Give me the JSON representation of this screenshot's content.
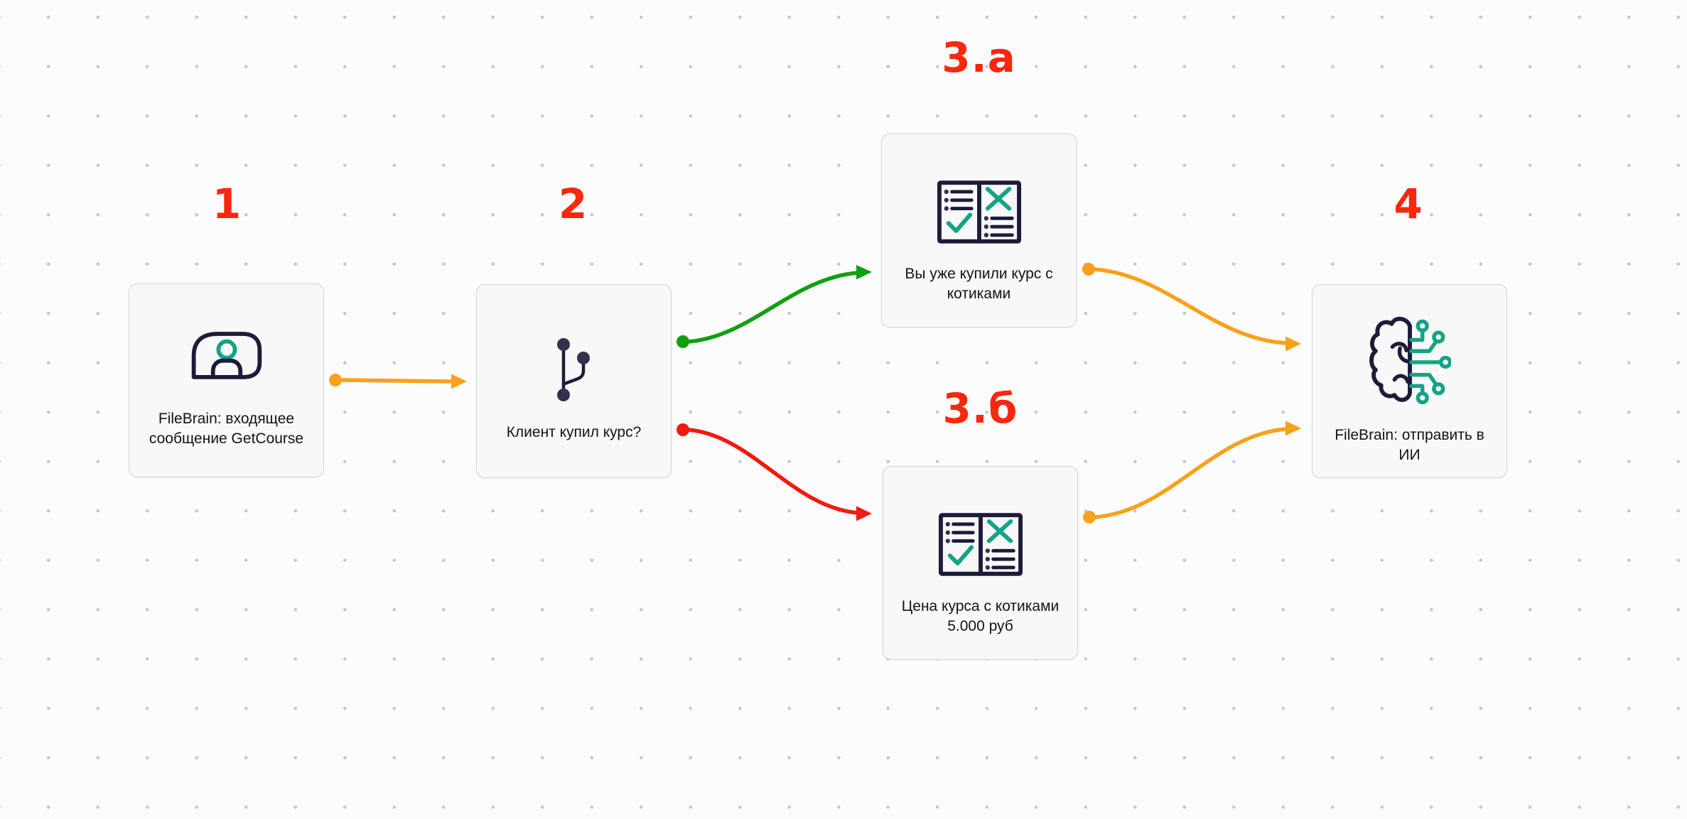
{
  "canvas": {
    "background": "#fcfcfc",
    "dot_grid_color": "#c9c9c9"
  },
  "colors": {
    "orange": "#f9a11c",
    "green": "#0fa00f",
    "red": "#ee1b11",
    "step_label_red": "#f8270e",
    "icon_navy": "#1c1c3a",
    "icon_teal": "#14a385",
    "node_background": "#f8f8f8",
    "node_border": "#d5d5d5",
    "text": "#131313"
  },
  "nodes": [
    {
      "id": "1",
      "step": "1",
      "icon": "person-chat-icon",
      "label": "FileBrain: входящее\nсообщение GetCourse"
    },
    {
      "id": "2",
      "step": "2",
      "icon": "git-branch-icon",
      "label": "Клиент купил курс?"
    },
    {
      "id": "3a",
      "step": "3.а",
      "icon": "checklist-icon",
      "label": "Вы уже купили курс с\nкотиками"
    },
    {
      "id": "3b",
      "step": "3.б",
      "icon": "checklist-icon",
      "label": "Цена курса с котиками\n5.000 руб"
    },
    {
      "id": "4",
      "step": "4",
      "icon": "ai-brain-icon",
      "label": "FileBrain: отправить в\nИИ"
    }
  ],
  "edges": [
    {
      "from": "1",
      "to": "2",
      "color": "orange"
    },
    {
      "from": "2",
      "to": "3a",
      "color": "green"
    },
    {
      "from": "2",
      "to": "3b",
      "color": "red"
    },
    {
      "from": "3a",
      "to": "4",
      "color": "orange"
    },
    {
      "from": "3b",
      "to": "4",
      "color": "orange"
    }
  ]
}
